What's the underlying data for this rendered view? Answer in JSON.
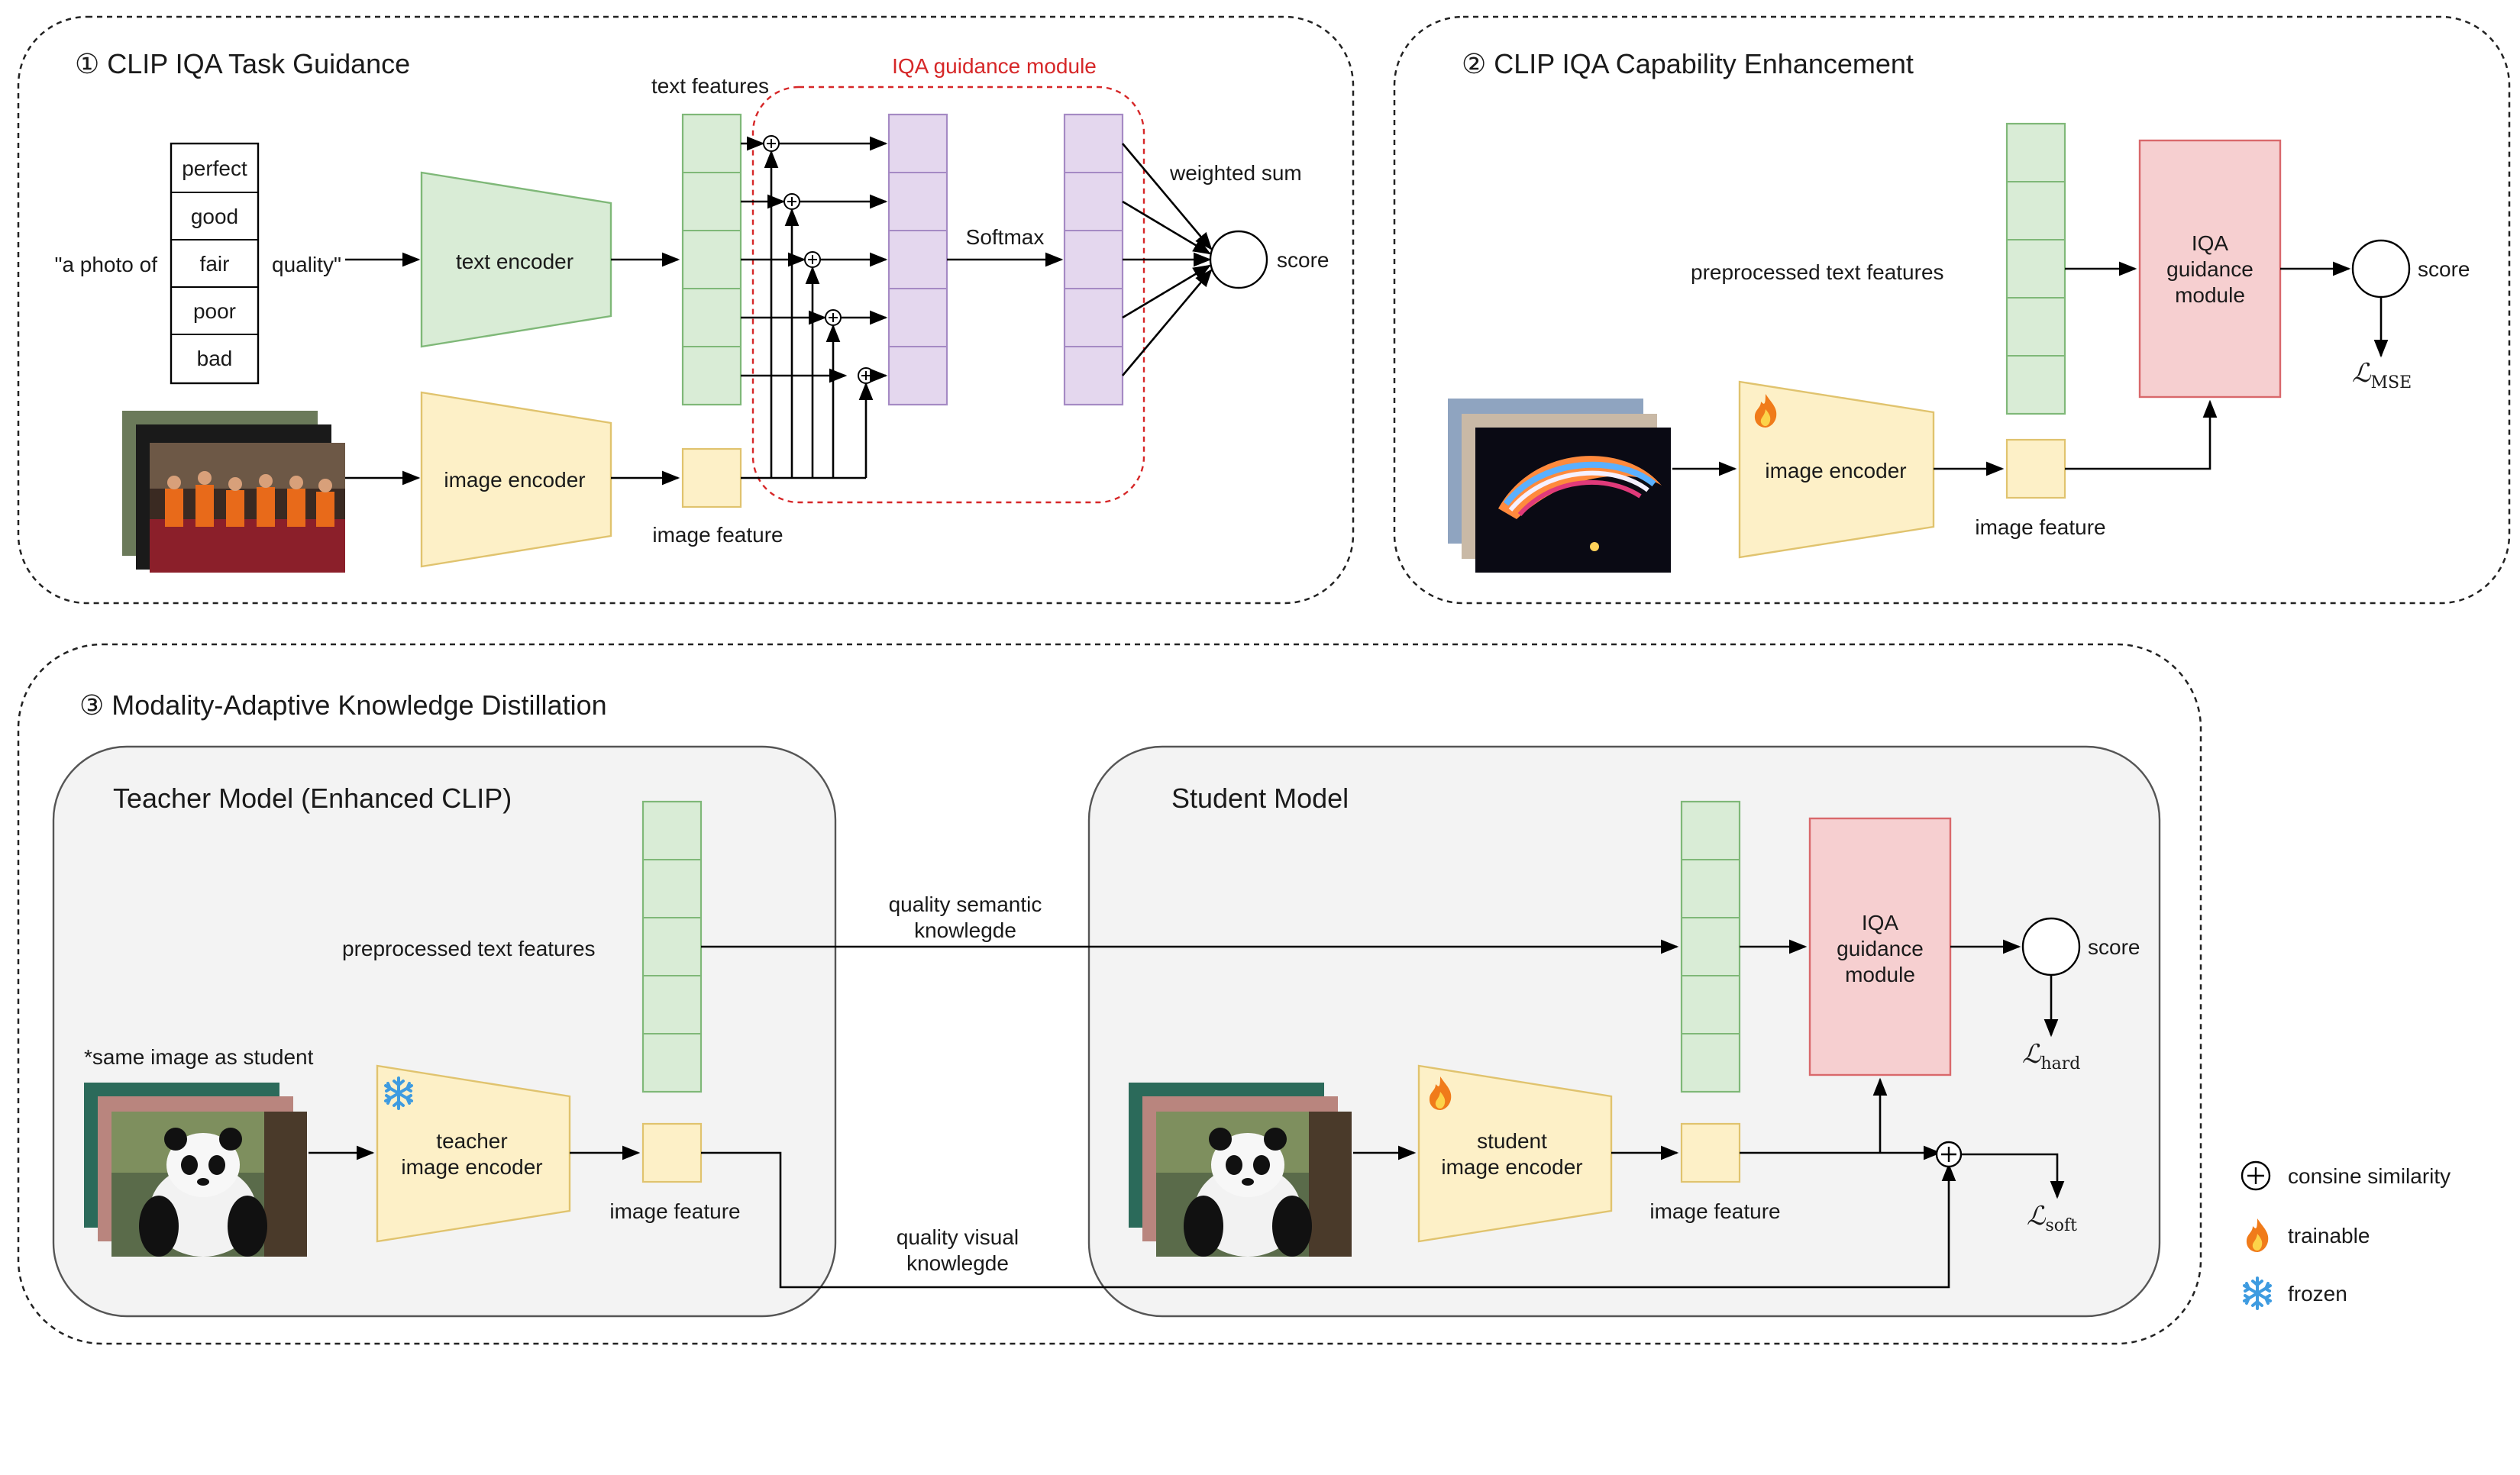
{
  "section1": {
    "title": "① CLIP IQA Task Guidance",
    "prompt_prefix": "\"a photo of",
    "prompt_suffix": "quality\"",
    "words": [
      "perfect",
      "good",
      "fair",
      "poor",
      "bad"
    ],
    "text_encoder": "text encoder",
    "image_encoder": "image encoder",
    "text_features": "text features",
    "image_feature": "image feature",
    "module_label": "IQA guidance module",
    "softmax": "Softmax",
    "weighted_sum": "weighted sum",
    "score": "score"
  },
  "section2": {
    "title": "② CLIP IQA Capability Enhancement",
    "preprocessed": "preprocessed text features",
    "image_encoder": "image encoder",
    "image_feature": "image feature",
    "module_line1": "IQA",
    "module_line2": "guidance",
    "module_line3": "module",
    "score": "score",
    "loss_main": "ℒ",
    "loss_sub": "MSE"
  },
  "section3": {
    "title": "③ Modality-Adaptive Knowledge Distillation",
    "teacher_title": "Teacher Model (Enhanced CLIP)",
    "student_title": "Student Model",
    "preprocessed": "preprocessed text features",
    "same_image": "*same image as student",
    "teacher_enc_line1": "teacher",
    "teacher_enc_line2": "image encoder",
    "student_enc_line1": "student",
    "student_enc_line2": "image encoder",
    "image_feature_teacher": "image feature",
    "image_feature_student": "image feature",
    "semantic_line1": "quality semantic",
    "semantic_line2": "knowlegde",
    "visual_line1": "quality visual",
    "visual_line2": "knowlegde",
    "module_line1": "IQA",
    "module_line2": "guidance",
    "module_line3": "module",
    "score": "score",
    "loss_hard_main": "ℒ",
    "loss_hard_sub": "hard",
    "loss_soft_main": "ℒ",
    "loss_soft_sub": "soft"
  },
  "legend": {
    "cosine": "consine similarity",
    "trainable": "trainable",
    "frozen": "frozen"
  },
  "colors": {
    "green_fill": "#d9ecd6",
    "green_stroke": "#7fb878",
    "yellow_fill": "#fdf0c7",
    "yellow_stroke": "#e0c36e",
    "purple_fill": "#e4d7ee",
    "purple_stroke": "#a58ac4",
    "pink_fill": "#f6cfd0",
    "pink_stroke": "#d9686b",
    "accent_red": "#d62728",
    "panel_fill": "#f3f3f3"
  }
}
